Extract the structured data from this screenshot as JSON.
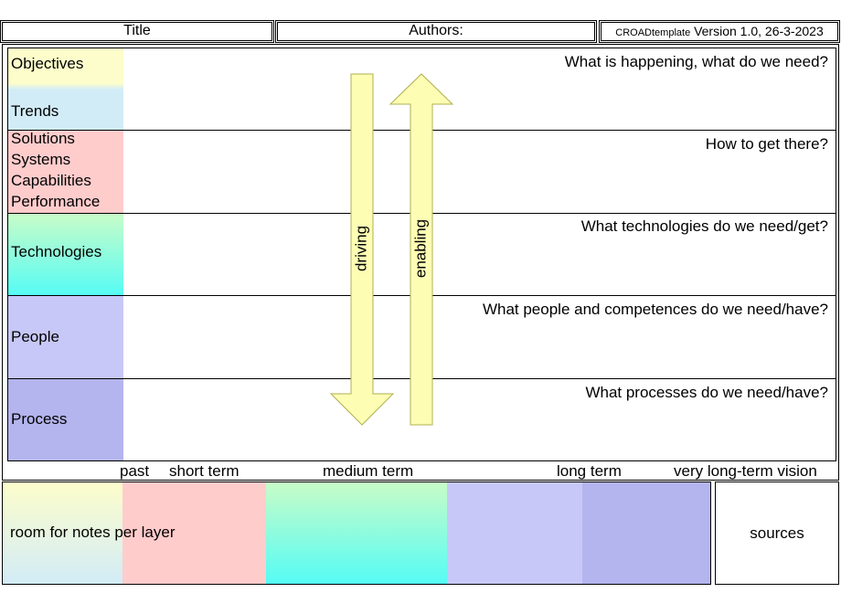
{
  "header": {
    "title": "Title",
    "authors": "Authors:",
    "template_small": "CROADtemplate",
    "version": " Version 1.0, 26-3-2023"
  },
  "layers": [
    {
      "lines": [
        "Objectives"
      ],
      "color": "#fdfdcb"
    },
    {
      "lines": [
        "Trends"
      ],
      "color": "#d2ecf7"
    },
    {
      "lines": [
        "Solutions",
        "Systems",
        "Capabilities",
        "Performance"
      ],
      "color": "#ffcccc"
    },
    {
      "lines": [
        "Technologies"
      ],
      "color_top": "#c8fcc8",
      "color_bottom": "#55fcf5"
    },
    {
      "lines": [
        "People"
      ],
      "color": "#c8c8f8"
    },
    {
      "lines": [
        "Process"
      ],
      "color": "#b4b4ee"
    }
  ],
  "questions": [
    "What is happening, what do we need?",
    "How to get there?",
    "What technologies do we need/get?",
    "What people and competences do we need/have?",
    "What processes do we need/have?"
  ],
  "arrows": {
    "down_label": "driving",
    "up_label": "enabling",
    "fill": "#fdfdb4",
    "stroke": "#b0b050"
  },
  "timeline": [
    "past",
    "short term",
    "medium term",
    "long term",
    "very long-term vision"
  ],
  "notes": {
    "text1": "room for notes",
    "text2": "per layer",
    "sources": "sources"
  }
}
